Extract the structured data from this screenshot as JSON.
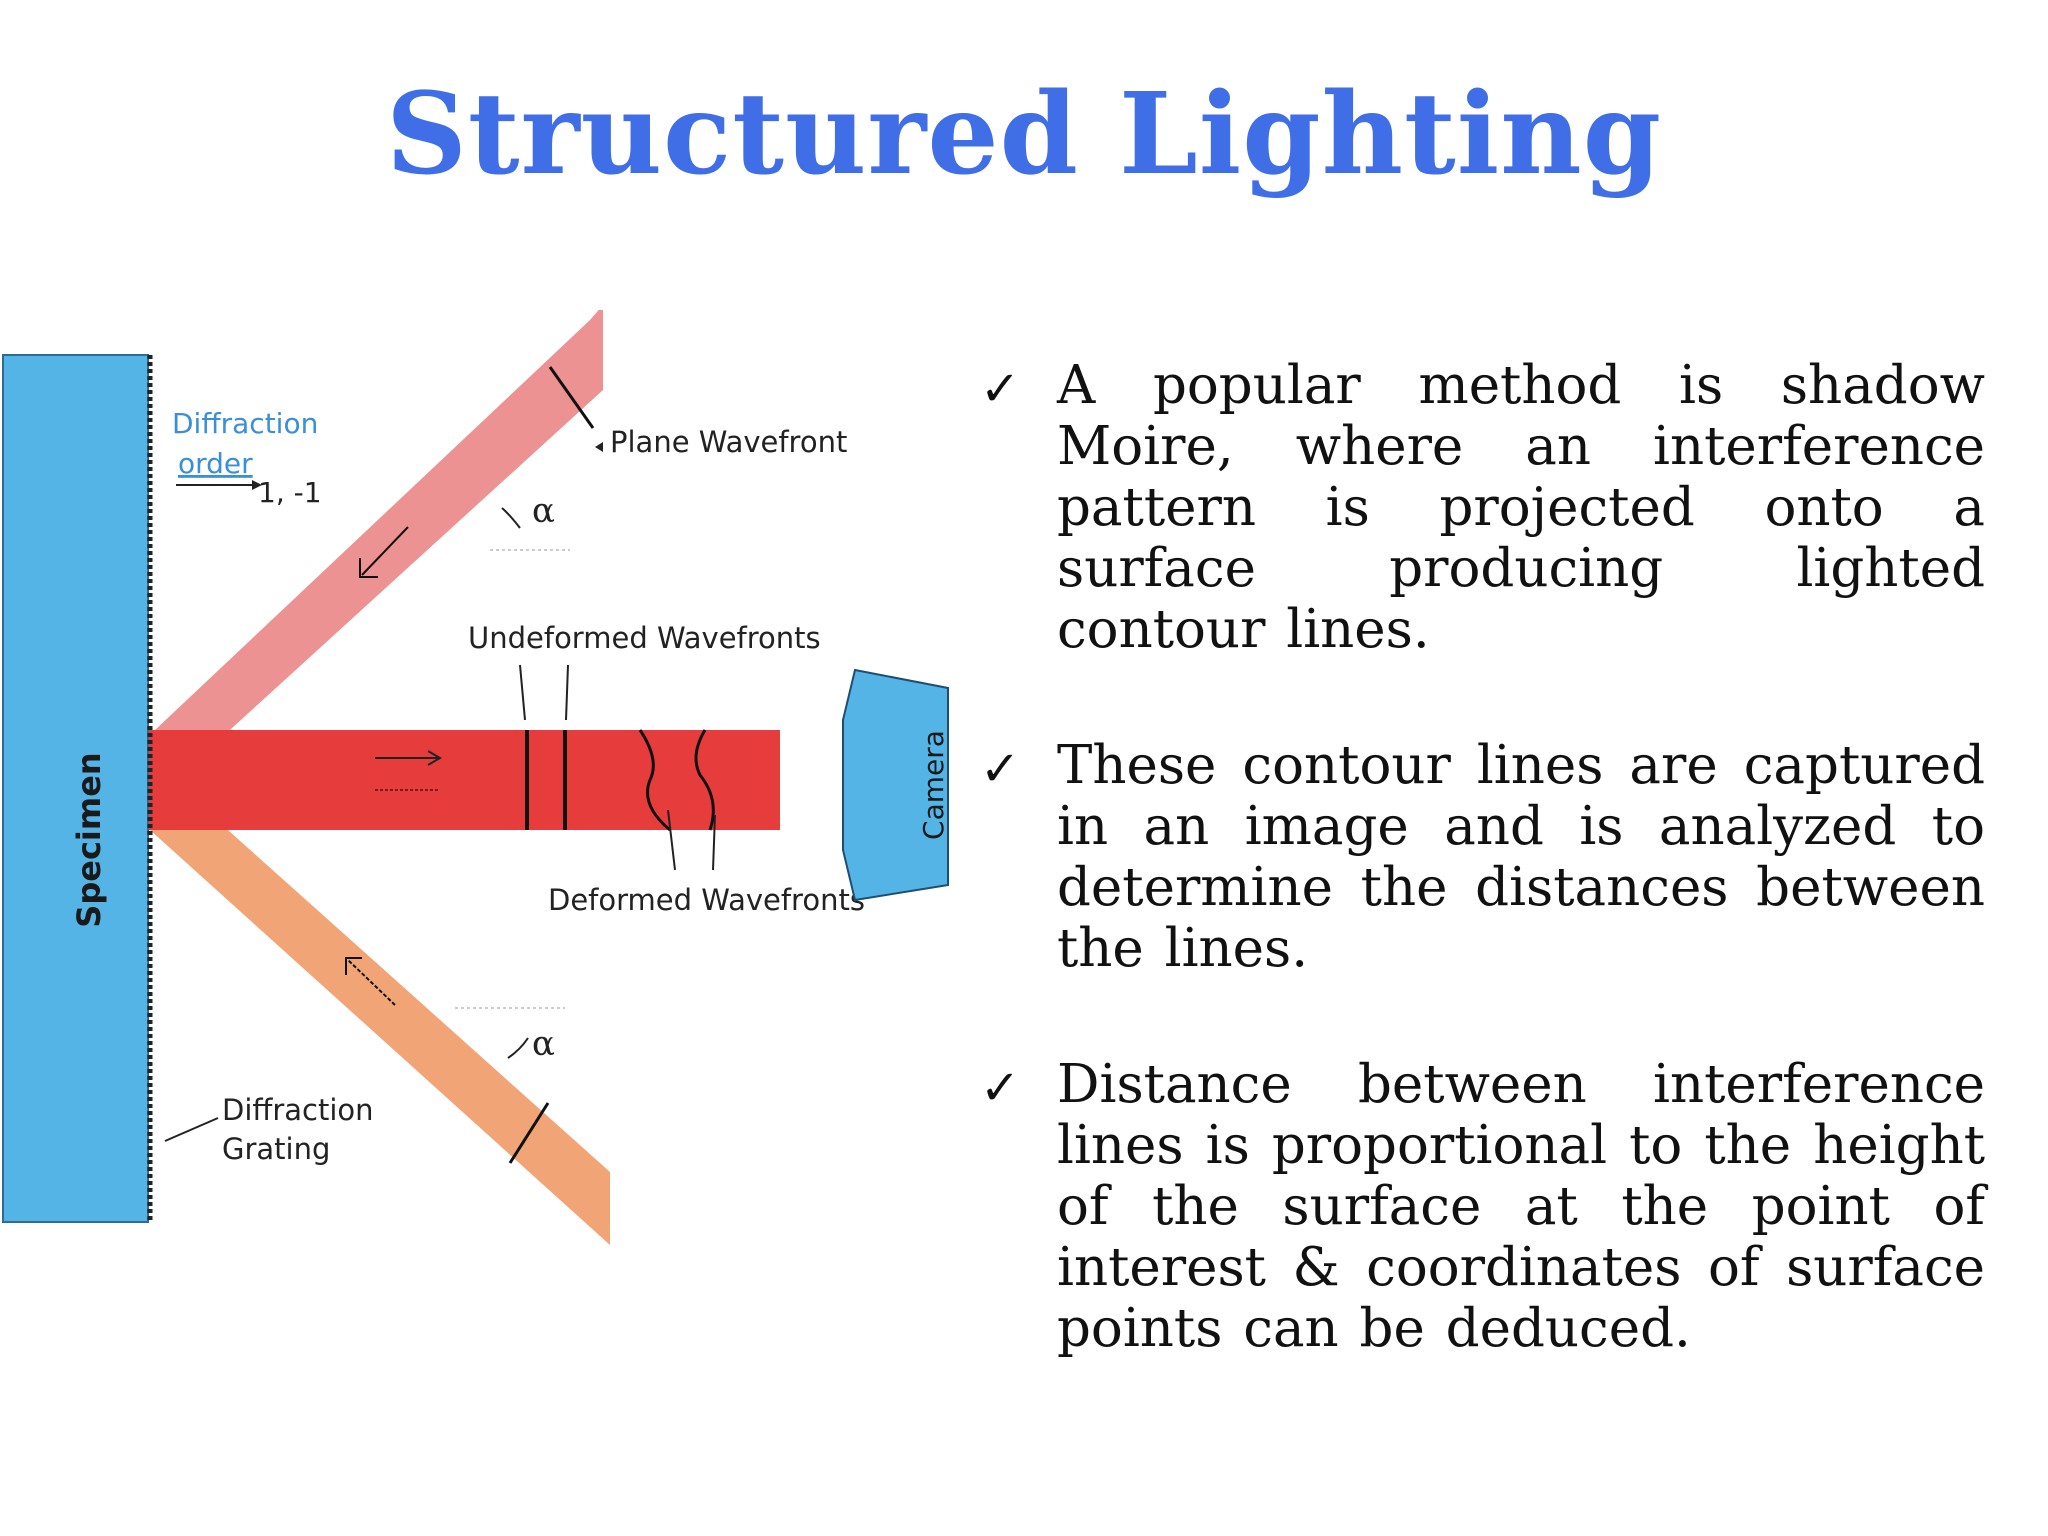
{
  "title": "Structured Lighting",
  "diagram": {
    "specimen_label": "Specimen",
    "camera_label": "Camera",
    "diffraction_order_line1": "Diffraction",
    "diffraction_order_line2": "order",
    "order_values": "1, -1",
    "plane_wavefront": "Plane Wavefront",
    "undeformed_wavefronts": "Undeformed Wavefronts",
    "deformed_wavefronts": "Deformed Wavefronts",
    "grating_line1": "Diffraction",
    "grating_line2": "Grating",
    "alpha_upper": "α",
    "alpha_lower": "α"
  },
  "bullets": [
    {
      "icon": "check-icon",
      "text": "A popular method is shadow Moire, where an interference pattern is projected onto a surface producing lighted contour lines."
    },
    {
      "icon": "check-icon",
      "text": "These contour lines are captured in an image and is analyzed to determine the distances between the lines."
    },
    {
      "icon": "check-icon",
      "text": "Distance between interference lines is proportional to the height of the surface at the point of interest & coordinates of surface points can be deduced."
    }
  ],
  "colors": {
    "title": "#3f6ee6",
    "specimen": "#55b4e6",
    "upper_beam": "#ec8c8c",
    "center_beam": "#e63c3c",
    "lower_beam": "#f0a070",
    "diagram_blue_text": "#3a8fd8"
  }
}
